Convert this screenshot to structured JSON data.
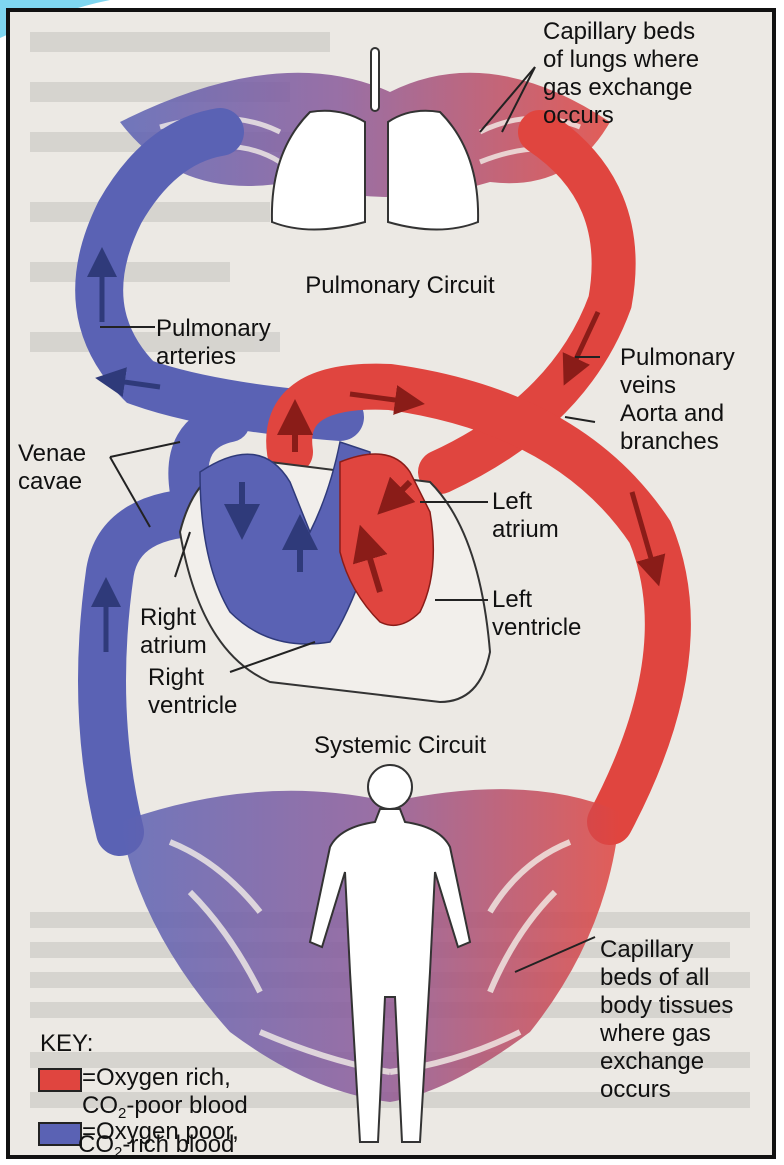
{
  "labels": {
    "capillary_lungs": "Capillary beds\nof lungs where\ngas exchange\noccurs",
    "pulmonary_circuit": "Pulmonary Circuit",
    "pulmonary_arteries": "Pulmonary\narteries",
    "pulmonary_veins": "Pulmonary\nveins",
    "aorta_branches": "Aorta and\nbranches",
    "venae_cavae": "Venae\ncavae",
    "left_atrium": "Left\natrium",
    "left_ventricle": "Left\nventricle",
    "right_atrium": "Right\natrium",
    "right_ventricle": "Right\nventricle",
    "systemic_circuit": "Systemic Circuit",
    "capillary_body": "Capillary\nbeds of all\nbody tissues\nwhere gas\nexchange\noccurs"
  },
  "key": {
    "title": "KEY:",
    "rich_line1": "=Oxygen rich,",
    "rich_line2_pre": "CO",
    "rich_line2_sub": "2",
    "rich_line2_post": "-poor blood",
    "poor_line1": "=Oxygen poor,",
    "poor_line2_pre": "CO",
    "poor_line2_sub": "2",
    "poor_line2_post": "-rich blood"
  },
  "colors": {
    "oxygen_rich": "#e0453f",
    "oxygen_poor": "#5a62b4",
    "background": "#ece9e4"
  }
}
